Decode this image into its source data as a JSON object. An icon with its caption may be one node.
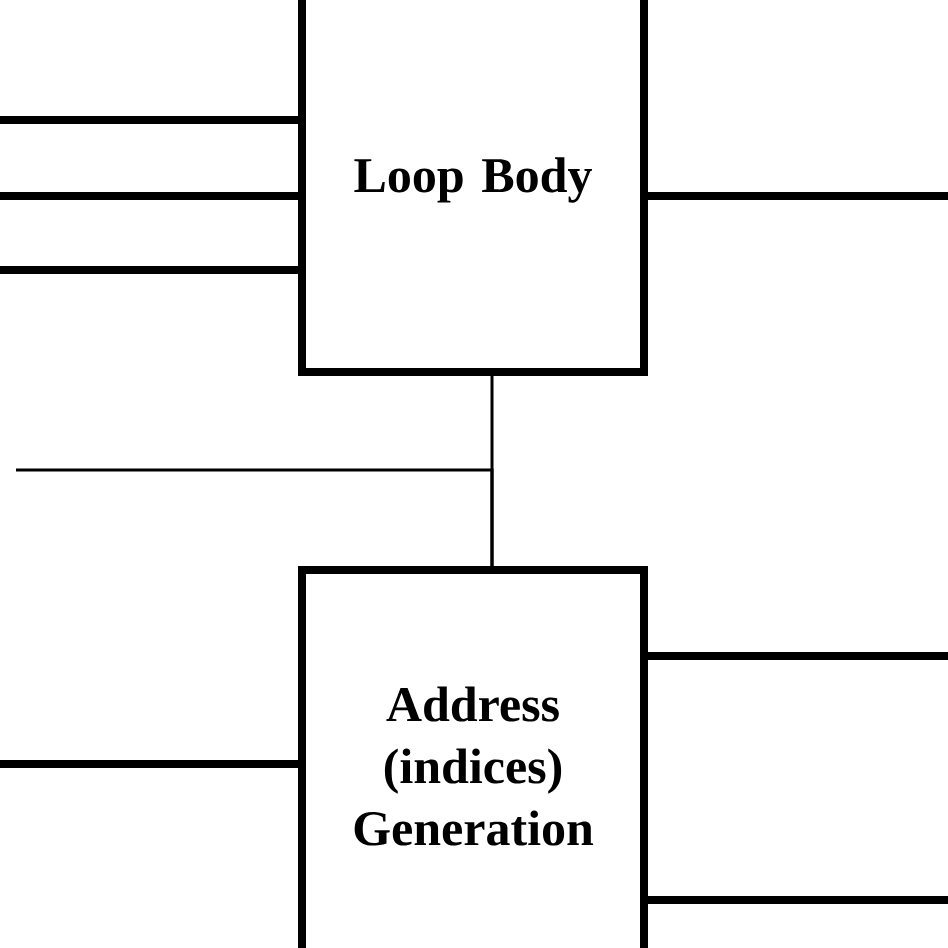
{
  "diagram": {
    "nodes": [
      {
        "text": [
          "Loop Body"
        ]
      },
      {
        "text": [
          "Address (indices) Generation"
        ]
      }
    ],
    "edges": [
      {
        "from": null,
        "to": 0,
        "arrow": "none"
      },
      {
        "from": null,
        "to": 0,
        "arrow": "none"
      },
      {
        "from": null,
        "to": 0,
        "arrow": "none"
      },
      {
        "from": 0,
        "to": null,
        "arrow": "none"
      },
      {
        "from": 0,
        "to": 1,
        "arrow": "none"
      },
      {
        "from": null,
        "to": 1,
        "arrow": "none"
      },
      {
        "from": null,
        "to": 1,
        "arrow": "none"
      },
      {
        "from": 1,
        "to": null,
        "arrow": "none"
      },
      {
        "from": 1,
        "to": null,
        "arrow": "none"
      }
    ]
  }
}
